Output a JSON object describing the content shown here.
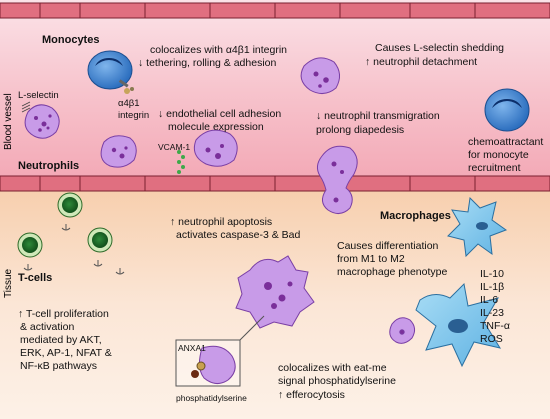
{
  "regions": {
    "blood_vessel": "Blood vessel",
    "tissue": "Tissue"
  },
  "cell_labels": {
    "monocytes": "Monocytes",
    "neutrophils": "Neutrophils",
    "t_cells": "T-cells",
    "macrophages": "Macrophages"
  },
  "molecule_labels": {
    "l_selectin": "L-selectin",
    "a4b1_line1": "α4β1",
    "a4b1_line2": "integrin",
    "vcam1": "VCAM-1",
    "anxa1": "ANXA1",
    "phosphatidylserine": "phosphatidylserine"
  },
  "annotations": {
    "colocalizes_integrin_1": "colocalizes with α4β1 integrin",
    "colocalizes_integrin_2": "↓ tethering, rolling & adhesion",
    "lselectin_shedding_1": "Causes L-selectin shedding",
    "lselectin_shedding_2": "↑ neutrophil detachment",
    "endothelial_1": "↓ endothelial cell adhesion",
    "endothelial_2": "molecule expression",
    "transmigration_1": "↓ neutrophil transmigration",
    "transmigration_2": "prolong diapedesis",
    "chemo_1": "chemoattractant",
    "chemo_2": "for monocyte",
    "chemo_3": "recruitment",
    "apoptosis_1": "↑ neutrophil apoptosis",
    "apoptosis_2": "activates caspase-3 & Bad",
    "differentiation_1": "Causes differentiation",
    "differentiation_2": "from M1 to M2",
    "differentiation_3": "macrophage phenotype",
    "tcell_1": "↑ T-cell proliferation",
    "tcell_2": "& activation",
    "tcell_3": "mediated by AKT,",
    "tcell_4": "ERK, AP-1, NFAT &",
    "tcell_5": "NF-κB pathways",
    "efferocytosis_1": "colocalizes with eat-me",
    "efferocytosis_2": "signal phosphatidylserine",
    "efferocytosis_3": "↑ efferocytosis"
  },
  "cytokines": [
    "IL-10",
    "IL-1β",
    "IL-6",
    "IL-23",
    "TNF-α",
    "ROS"
  ],
  "colors": {
    "vessel_pink": "#f7c1cb",
    "endothelium": "#e37584",
    "tissue_peach": "#f8dcc6",
    "neutrophil_fill": "#c89be8",
    "neutrophil_dot": "#7a2f9a",
    "monocyte_fill": "#4d8fd6",
    "tcell_fill": "#1f6b2a",
    "macrophage_fill": "#8fd0f0"
  }
}
